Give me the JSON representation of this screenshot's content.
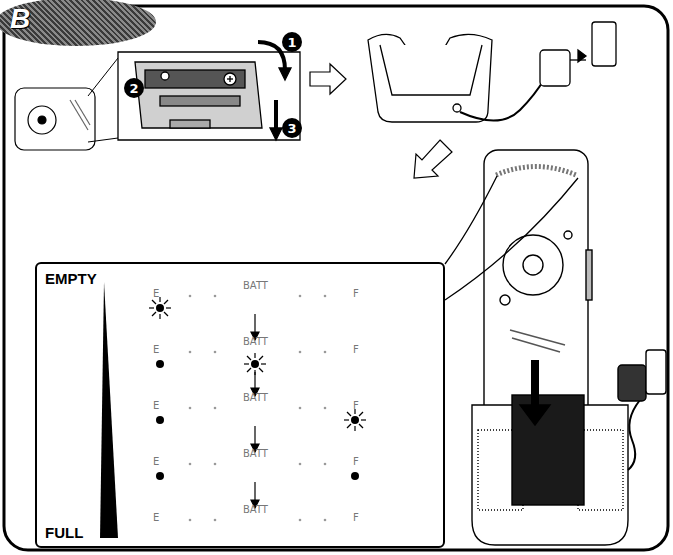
{
  "diagram": {
    "nodes": [
      {
        "text": [
          "B"
        ]
      },
      {
        "text": [
          "1"
        ]
      },
      {
        "text": [
          "2"
        ]
      },
      {
        "text": [
          "3"
        ]
      },
      {
        "text": [
          "EMPTY",
          "E",
          "BATT",
          "F",
          "E",
          "BATT",
          "F",
          "E",
          "BATT",
          "F",
          "E",
          "BATT",
          "F",
          "E",
          "BATT",
          "F",
          "FULL"
        ]
      }
    ]
  }
}
